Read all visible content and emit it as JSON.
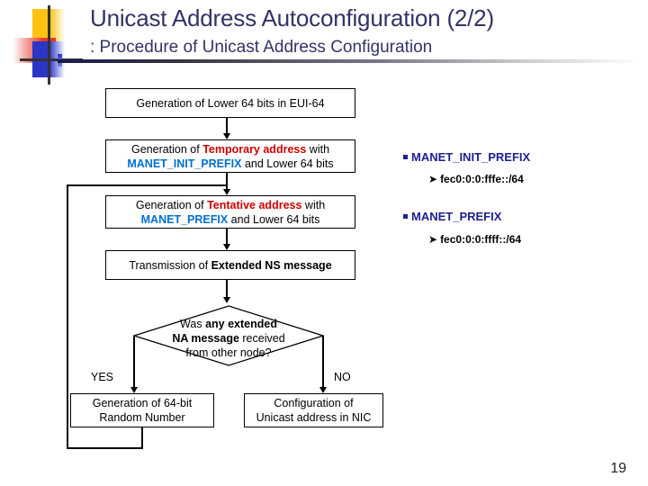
{
  "slide": {
    "title": "Unicast Address Autoconfiguration (2/2)",
    "subtitle": ": Procedure of Unicast Address Configuration",
    "page_number": "19",
    "title_color": "#333366",
    "accent_colors": {
      "yellow": "#FFC20E",
      "red": "#E8372C",
      "blue": "#2B36C8",
      "emphasis_red": "#D00000",
      "emphasis_blue": "#0070D0",
      "annotation_blue": "#1F1F8F"
    }
  },
  "flowchart": {
    "type": "flowchart",
    "nodes": [
      {
        "id": "box1",
        "shape": "rect",
        "lines": [
          [
            {
              "t": "Generation  of Lower 64 bits in EUI-64",
              "style": "plain"
            }
          ]
        ]
      },
      {
        "id": "box2",
        "shape": "rect",
        "lines": [
          [
            {
              "t": "Generation of ",
              "style": "plain"
            },
            {
              "t": "Temporary address",
              "style": "red"
            },
            {
              "t": "  with",
              "style": "plain"
            }
          ],
          [
            {
              "t": "MANET_INIT_PREFIX",
              "style": "blue"
            },
            {
              "t": " and Lower 64 bits",
              "style": "plain"
            }
          ]
        ]
      },
      {
        "id": "box3",
        "shape": "rect",
        "lines": [
          [
            {
              "t": "Generation of ",
              "style": "plain"
            },
            {
              "t": "Tentative address",
              "style": "red"
            },
            {
              "t": "  with",
              "style": "plain"
            }
          ],
          [
            {
              "t": "MANET_PREFIX",
              "style": "blue"
            },
            {
              "t": " and  Lower 64 bits",
              "style": "plain"
            }
          ]
        ]
      },
      {
        "id": "box4",
        "shape": "rect",
        "lines": [
          [
            {
              "t": "Transmission of ",
              "style": "plain"
            },
            {
              "t": "Extended NS message",
              "style": "bold"
            }
          ]
        ]
      },
      {
        "id": "decision",
        "shape": "diamond",
        "lines": [
          [
            {
              "t": "Was ",
              "style": "plain"
            },
            {
              "t": "any extended",
              "style": "bold"
            }
          ],
          [
            {
              "t": "NA message",
              "style": "bold"
            },
            {
              "t": " received",
              "style": "plain"
            }
          ],
          [
            {
              "t": "from other node?",
              "style": "plain"
            }
          ]
        ]
      },
      {
        "id": "box-yes",
        "shape": "rect",
        "lines": [
          [
            {
              "t": "Generation of 64-bit",
              "style": "plain"
            }
          ],
          [
            {
              "t": "Random Number",
              "style": "plain"
            }
          ]
        ]
      },
      {
        "id": "box-no",
        "shape": "rect",
        "lines": [
          [
            {
              "t": "Configuration of",
              "style": "plain"
            }
          ],
          [
            {
              "t": "Unicast address in NIC",
              "style": "plain"
            }
          ]
        ]
      }
    ],
    "edge_labels": {
      "yes": "YES",
      "no": "NO"
    }
  },
  "annotations": [
    {
      "heading": "MANET_INIT_PREFIX",
      "value": "fec0:0:0:fffe::/64"
    },
    {
      "heading": "MANET_PREFIX",
      "value": "fec0:0:0:ffff::/64"
    }
  ]
}
